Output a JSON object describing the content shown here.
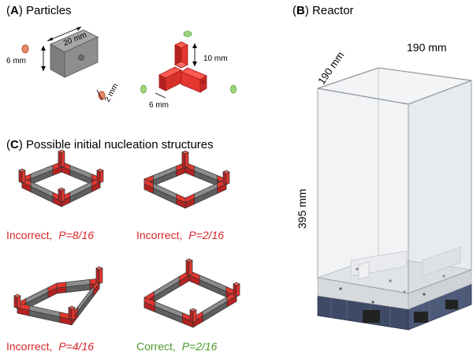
{
  "panels": {
    "a": {
      "letter": "A",
      "title": "Particles"
    },
    "b": {
      "letter": "B",
      "title": "Reactor"
    },
    "c": {
      "letter": "C",
      "title": "Possible initial nucleation structures"
    }
  },
  "particles": {
    "rod": {
      "length": "20 mm",
      "width": "6 mm",
      "hole": "2 mm"
    },
    "tripod": {
      "arm": "10 mm",
      "width": "6 mm"
    }
  },
  "reactor": {
    "width": "190 mm",
    "depth": "190 mm",
    "height": "395 mm"
  },
  "structures": [
    {
      "verdict": "Incorrect,",
      "probability": "P=8/16",
      "color": "#d9262b"
    },
    {
      "verdict": "Incorrect,",
      "probability": "P=2/16",
      "color": "#d9262b"
    },
    {
      "verdict": "Incorrect,",
      "probability": "P=4/16",
      "color": "#d9262b"
    },
    {
      "verdict": "Correct,",
      "probability": "P=2/16",
      "color": "#4a9a2a"
    }
  ],
  "colors": {
    "red": "#e5372f",
    "red_dark": "#b52220",
    "grey": "#8c8c8c",
    "grey_dark": "#5f5f5f",
    "green": "#4a9a2a",
    "box_edge": "#9aa0a6",
    "base": "#3f4a66"
  }
}
